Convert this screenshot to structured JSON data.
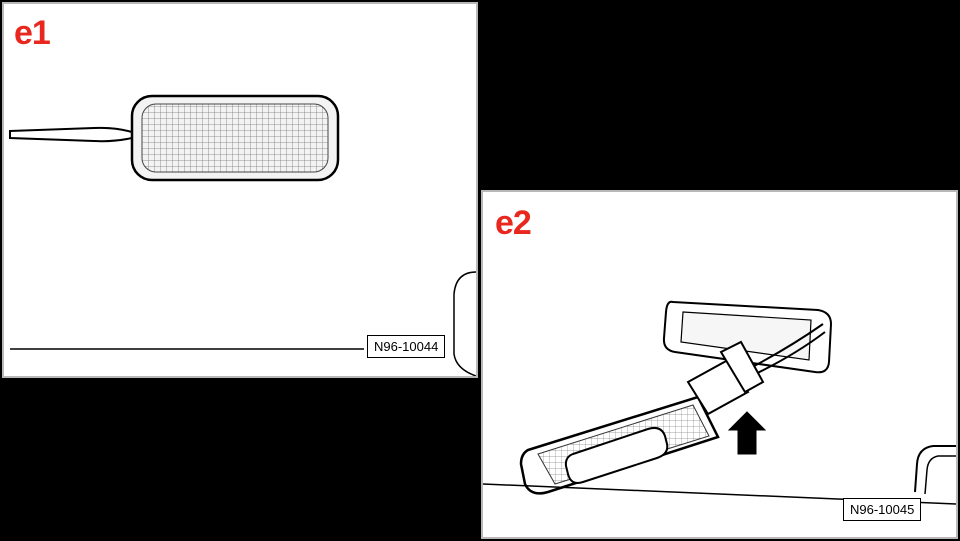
{
  "accent_color": "#e8281e",
  "panels": [
    {
      "label": "e1",
      "ref": "N96-10044"
    },
    {
      "label": "e2",
      "ref": "N96-10045"
    }
  ]
}
